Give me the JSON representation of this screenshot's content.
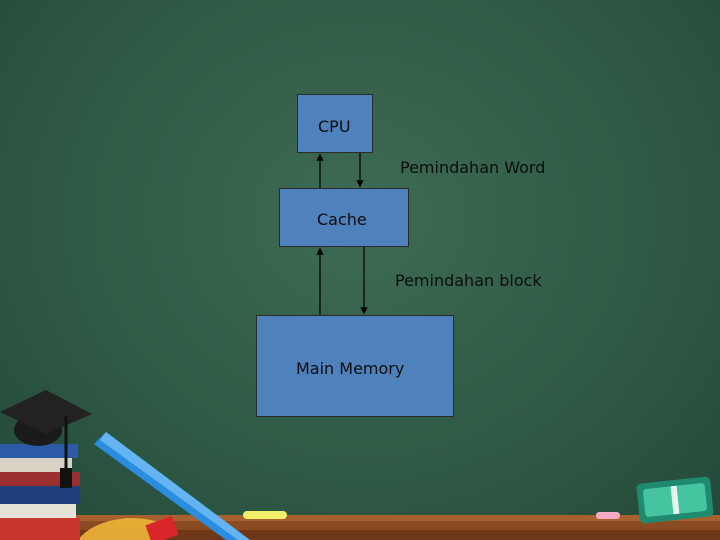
{
  "diagram": {
    "nodes": {
      "cpu": "CPU",
      "cache": "Cache",
      "main_memory": "Main Memory"
    },
    "edges": {
      "cpu_cache": "Pemindahan Word",
      "cache_memory": "Pemindahan block"
    }
  },
  "colors": {
    "background": "#2f5a45",
    "box_fill": "#4f81bd",
    "text": "#0d0d0d"
  },
  "decorations": [
    "graduation-cap",
    "book-stack",
    "ruler",
    "chalk",
    "eraser",
    "chalk-ledge"
  ]
}
